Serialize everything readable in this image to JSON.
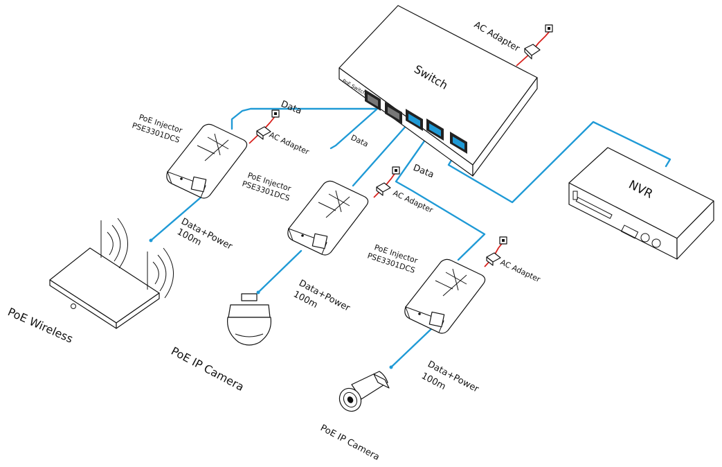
{
  "colors": {
    "data_cable": "#1f9ad6",
    "power_cable": "#d8201c",
    "outline": "#111111",
    "background": "#ffffff"
  },
  "switch": {
    "label": "Switch",
    "panel_text": "PoE Switch",
    "ac_adapter_label": "AC Adapter"
  },
  "nvr": {
    "label": "NVR"
  },
  "injectors": [
    {
      "name_line1": "PoE Injector",
      "name_line2": "PSE3301DCS",
      "ac_adapter_label": "AC Adapter",
      "uplink_label": "Data",
      "switch_link_label": "Data",
      "output_line1": "Data+Power",
      "output_line2": "100m"
    },
    {
      "name_line1": "PoE Injector",
      "name_line2": "PSE3301DCS",
      "ac_adapter_label": "AC Adapter",
      "uplink_label": "Data",
      "output_line1": "Data+Power",
      "output_line2": "100m"
    },
    {
      "name_line1": "PoE Injector",
      "name_line2": "PSE3301DCS",
      "ac_adapter_label": "AC Adapter",
      "output_line1": "Data+Power",
      "output_line2": "100m"
    }
  ],
  "endpoints": {
    "wireless": "PoE Wireless",
    "ptz_camera": "PoE IP Camera",
    "bullet_camera": "PoE IP Camera"
  },
  "icons": [
    "power-plug-icon",
    "ac-adapter-icon",
    "wifi-waves-icon",
    "rj45-port-icon"
  ]
}
